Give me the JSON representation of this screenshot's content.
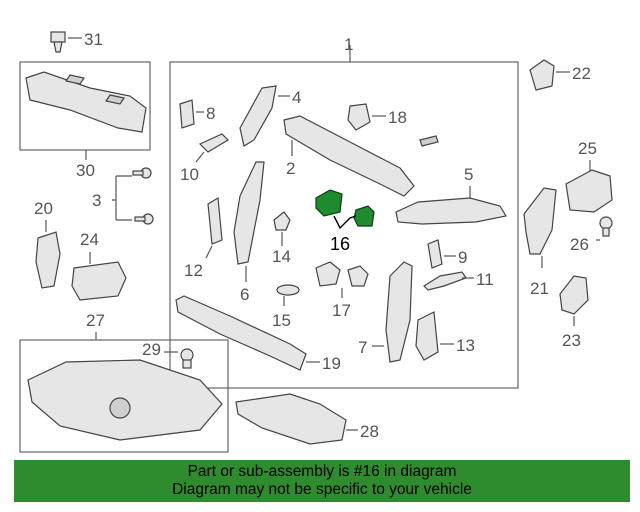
{
  "diagram": {
    "callouts": {
      "c1": "1",
      "c2": "2",
      "c3": "3",
      "c4": "4",
      "c5": "5",
      "c6": "6",
      "c7": "7",
      "c8": "8",
      "c9": "9",
      "c10": "10",
      "c11": "11",
      "c12": "12",
      "c13": "13",
      "c14": "14",
      "c15": "15",
      "c16": "16",
      "c17": "17",
      "c18": "18",
      "c19": "19",
      "c20": "20",
      "c21": "21",
      "c22": "22",
      "c23": "23",
      "c24": "24",
      "c25": "25",
      "c26": "26",
      "c27": "27",
      "c28": "28",
      "c29": "29",
      "c30": "30",
      "c31": "31"
    },
    "highlight_color": "#1f8a2e"
  },
  "footer": {
    "line1": "Part or sub-assembly is #16 in diagram",
    "line2": "Diagram may not be specific to your vehicle",
    "background": "#2e8b2e"
  }
}
